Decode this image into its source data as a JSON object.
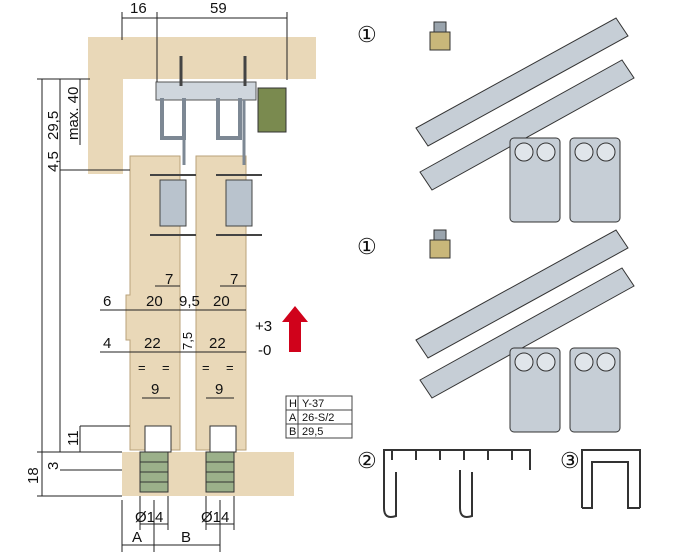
{
  "top_dims": {
    "left_width": "16",
    "right_width": "59"
  },
  "vertical_dims": {
    "max_label": "max. 40",
    "v_29_5": "29,5",
    "v_4_5": "4,5",
    "v_18": "18",
    "v_3": "3",
    "v_11": "11"
  },
  "door_dims": {
    "gap_left": "7",
    "gap_right": "7",
    "row1_left": "6",
    "row1_a": "20",
    "row1_mid": "9,5",
    "row1_b": "20",
    "row2_left": "4",
    "row2_a": "22",
    "row2_mid": "7,5",
    "row2_b": "22",
    "guide_a": "9",
    "guide_b": "9",
    "eq_mark": "="
  },
  "adjust": {
    "plus": "+3",
    "minus": "-0",
    "arrow_color": "#d0021b"
  },
  "spec_table": [
    {
      "key": "H",
      "value": "Y-37"
    },
    {
      "key": "A",
      "value": "26-S/2"
    },
    {
      "key": "B",
      "value": "29,5"
    }
  ],
  "bottom_dims": {
    "dia_a": "Ø14",
    "dia_b": "Ø14",
    "label_a": "A",
    "label_b": "B"
  },
  "callouts": [
    "①",
    "①",
    "②",
    "③"
  ],
  "colors": {
    "wood": "#e9d8b8",
    "metal": "#b9c3cd",
    "line": "#222222"
  }
}
